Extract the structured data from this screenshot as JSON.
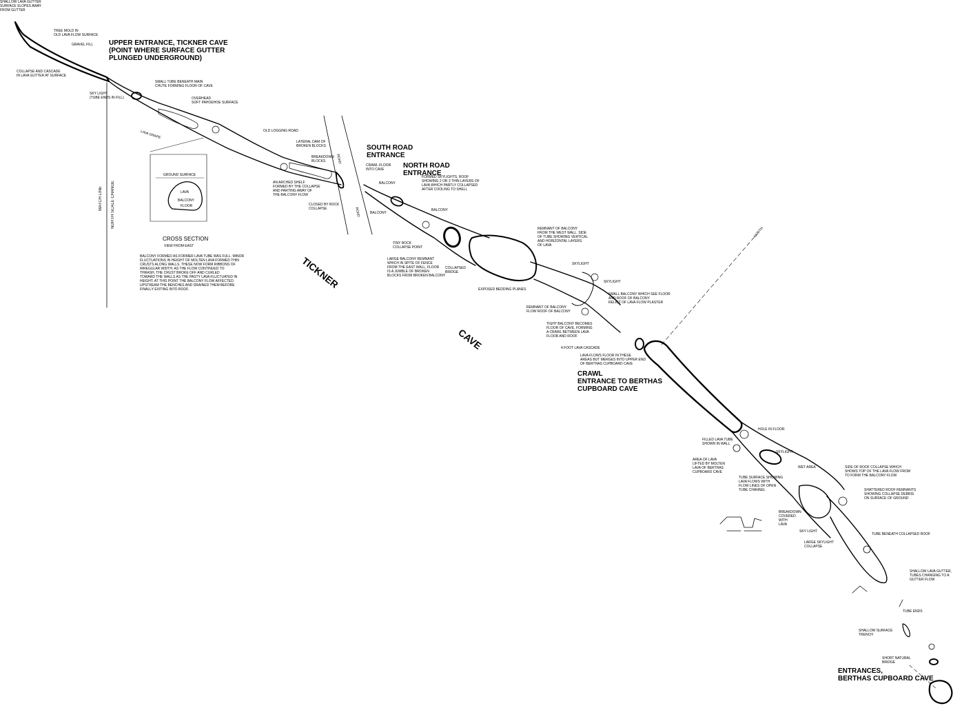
{
  "big_labels": {
    "upper_entrance": "UPPER ENTRANCE, TICKNER CAVE\n(POINT WHERE SURFACE GUTTER\nPLUNGED UNDERGROUND)",
    "south_road": "SOUTH ROAD\nENTRANCE",
    "north_road": "NORTH ROAD\nENTRANCE",
    "crawl": "CRAWL\nENTRANCE TO BERTHAS\nCUPBOARD CAVE",
    "berthas": "ENTRANCES,\nBERTHAS CUPBOARD CAVE"
  },
  "titles": {
    "tickner": "TICKNER",
    "cave": "CAVE"
  },
  "cross_section": {
    "title": "CROSS SECTION",
    "scale": "VIEW FROM EAST",
    "note": "BALCONY FORMED AS FORMER LAVA TUBE WAS FULL. MINOR\nFLUCTUATIONS IN HEIGHT OF MOLTEN LAVA FORMED THIN\nCRUSTS ALONG WALLS. THESE NOW FORM RIBBONS OF\nIRREGULAR WIDTH. AS THE FLOW CONTINUED TO\nTHRASH, THE CRUST BROKE OFF AND CURLED\nTOWARD THE WALLS AS THE PASTY LAVA FLUCTUATED IN\nHEIGHT. AT THIS POINT THE BALCONY FLOW AFFECTED\nUPSTREAM THE BENCHES AND DRAINED THEM BEFORE\nFINALLY EXITING INTO ROOF."
  },
  "vertical_labels": {
    "match_line": "MATCH LINE",
    "north": "NORTH SCALE CHANGE"
  },
  "small_labels": {
    "shallow_gutter": "SHALLOW LAVA GUTTER\nSURFACE SLOPES AWAY\nFROM GUTTER",
    "tree_mold": "TREE MOLD IN\nOLD LAVA FLOW SURFACE",
    "gravel": "GRAVEL FILL",
    "collapse_cascade": "COLLAPSE AND CASCADE\nIN LAVA GUTTER AT SURFACE",
    "sky_light": "SKY LIGHT\n(TUBE ENDS IN FILL)",
    "small_tube": "SMALL TUBE BENEATH MAIN\nCHUTE FORMING FLOOR OF CAVE",
    "overhead": "OVERHEAD\nSOFT PAHOEHOE SURFACE",
    "old_logging": "OLD LOGGING ROAD",
    "shattered": "LATERAL DAM OF\nBROKEN BLOCKS",
    "breakdown": "BREAKDOWN\nBLOCKS",
    "crawl_floor": "CRAWL FLOOR\nINTO CAVE",
    "formed_skylights": "FORMED SKYLIGHTS, ROOF\nSHOWING 2 OR 3 THIN LAYERS OF\nLAVA WHICH PARTLY COLLAPSED\nAFTER COOLING TO SHELL",
    "balcony1": "BALCONY",
    "balcony2": "BALCONY",
    "balcony3": "BALCONY",
    "rocky_collapse": "CLOSED BY ROCK\nCOLLAPSE",
    "arched": "AN ARCHED SHELF\nFORMED BY THE COLLAPSE\nAND PARTING AWAY OF\nTHE BALCONY FLOW",
    "tiny_rock": "TINY ROCK\nCOLLAPSE POINT",
    "large_balcony": "LARGE BALCONY REMNANT\nWHICH IN SPITE OF FENCE\nFROM THE EAST WALL, FLOOR\nIS A JUMBLE OF BROKEN\nBLOCKS FROM BROKEN BALCONY",
    "collapsed_bridge": "COLLAPSED\nBRIDGE",
    "remnant_of_balcony": "REMNANT OF BALCONY\nFROM THE WEST WALL. SIDE\nOF TUBE SHOWING VERTICAL\nAND HORIZONTAL LAYERS\nOF LAVA",
    "exposed_bedding": "EXPOSED BEDDING PLANES",
    "remnant_flowing": "REMNANT OF BALCONY\nFLOW ROOF OF BALCONY",
    "skylight_1": "SKYLIGHT",
    "skylight_2": "SKYLIGHT",
    "skylight_3": "SKYLIGHT",
    "small_balcony": "SMALL BALCONY WHICH SEE FLOOR\nAND ROOF OF BALCONY\nRELICT OF LAVA FLOW PLASTER",
    "tight_balcony": "TIGHT BALCONY BECOMES\nFLOOR OF CAVE, FORMING\nA CRAWL BETWEEN LAVA\nFLOOR AND ROOF",
    "foot_cascade": "4 FOOT LAVA CASCADE",
    "lava_flows": "LAVA FLOWS FLOOR IN THESE\nAREAS BUT MERGES INTO UPPER END\nOF BERTHAS CUPBOARD CAVE",
    "hole_in_floor": "HOLE IN FLOOR",
    "filled_tube": "FILLED LAVA TUBE\nSHOWN IN WALL",
    "wet_area": "WET AREA",
    "area_of_lava": "AREA OF LAVA\nLIFTED BY MOLTEN\nLAVA OF BERTHAS\nCUPBOARD CAVE",
    "tube_entrances": "TUBE SURFACE SHOWING\nLAVA FLOWS WITH\nFLOW LINES OF OPEN\nTUBE CHANNEL",
    "side_of_roof": "SIDE OF ROOF COLLAPSE WHICH\nSHOWS TOP OF THE LAVA FLOW FROM\nTO FORM THE BALCONY FLOW",
    "shattered_roof": "SHATTERED ROOF REMNANTS\nSHOWING COLLAPSE DEBRIS\nON SURFACE OF GROUND",
    "breakdown_lava": "BREAKDOWN\nCOVERED\nWITH\nLAVA",
    "rocky_floor": "SKY LIGHT",
    "tube_beneath": "TUBE BENEATH COLLAPSED ROOF",
    "large_skylight": "LARGE SKYLIGHT\nCOLLAPSE",
    "shallow_lava_gutter": "SHALLOW LAVA GUTTER,\nTUBES CHANGING TO A\nGUTTER FLOW",
    "tube_ends": "TUBE ENDS",
    "shallow_trench": "SHALLOW SURFACE\nTRENCH",
    "short_natural": "SHORT NATURAL\nBRIDGE",
    "road_1": "ROAD",
    "road_2": "ROAD",
    "lava_drape": "LAVA DRAPE",
    "surface_1": "GROUND SURFACE",
    "surface_2": "LAVA",
    "surface_3": "BALCONY",
    "surface_4": "FLOOR",
    "north_arrow": "NORTH"
  },
  "colors": {
    "ink": "#000000",
    "paper": "#ffffff"
  }
}
